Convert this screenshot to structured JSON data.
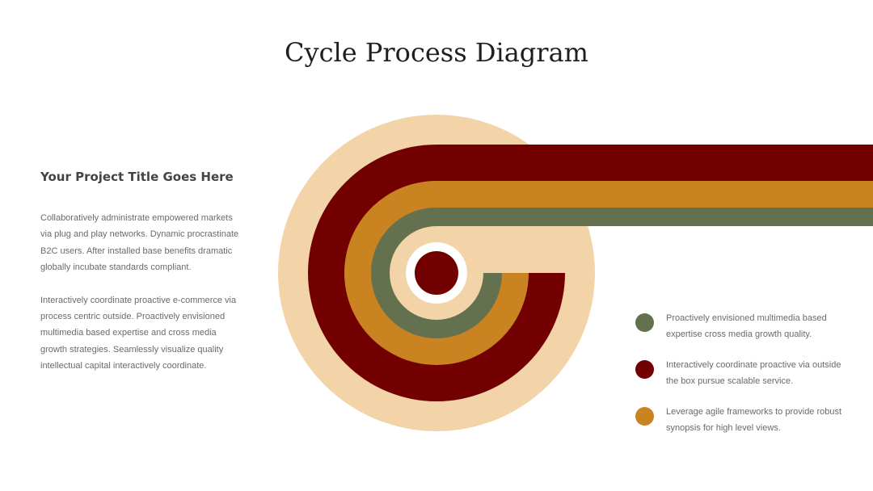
{
  "slide": {
    "title": "Cycle Process Diagram"
  },
  "left_panel": {
    "heading": "Your Project Title Goes Here",
    "paragraphs": [
      "Collaboratively administrate empowered markets via plug and play networks. Dynamic procrastinate B2C users. After installed base benefits dramatic globally incubate standards compliant.",
      "Interactively coordinate proactive e-commerce via process centric outside. Proactively envisioned multimedia based expertise and cross media growth strategies. Seamlessly visualize quality intellectual capital interactively coordinate."
    ]
  },
  "colors": {
    "peach": "#F3D3A8",
    "maroon": "#730000",
    "orange": "#C98320",
    "olive": "#64714F",
    "white": "#FFFFFF"
  },
  "legend": {
    "items": [
      {
        "text": "Proactively envisioned multimedia based expertise cross media growth quality.",
        "color": "#64714F"
      },
      {
        "text": "Interactively coordinate proactive via outside the box pursue scalable service.",
        "color": "#730000"
      },
      {
        "text": "Leverage agile frameworks to provide robust synopsis for high level views.",
        "color": "#C98320"
      }
    ]
  }
}
